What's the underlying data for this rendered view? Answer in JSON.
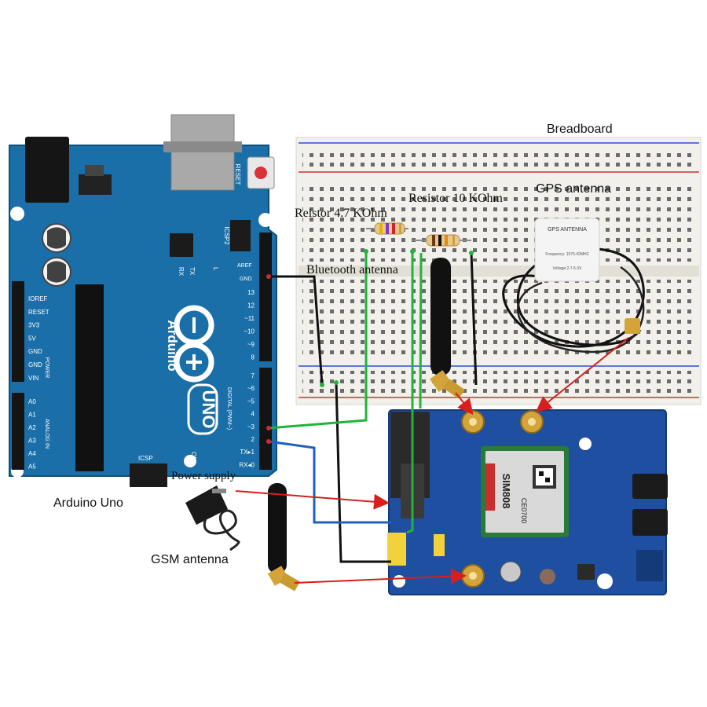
{
  "labels": {
    "breadboard": "Breadboard",
    "gps_antenna": "GPS antenna",
    "resistor_10k": "Resistor 10 KOhm",
    "resistor_47k": "Reistor 4.7 KOhm",
    "bluetooth_antenna": "Bluetooth antenna",
    "arduino_uno": "Arduino Uno",
    "power_supply": "Power supply",
    "gsm_antenna": "GSM antenna"
  },
  "arduino": {
    "brand": "Arduino",
    "model": "UNO",
    "reset": "RESET",
    "icsp2": "ICSP2",
    "icsp": "ICSP",
    "tx": "TX",
    "rx": "RX",
    "l": "L",
    "on": "ON",
    "aref": "AREF",
    "gnd": "GND",
    "digital": "DIGITAL (PWM~)",
    "power": "POWER",
    "analog_in": "ANALOG IN",
    "power_pins": [
      "IOREF",
      "RESET",
      "3V3",
      "5V",
      "GND",
      "GND",
      "VIN"
    ],
    "analog_pins": [
      "A0",
      "A1",
      "A2",
      "A3",
      "A4",
      "A5"
    ],
    "digital_pins_top": [
      "13",
      "12",
      "~11",
      "~10",
      "~9",
      "8"
    ],
    "digital_pins_bottom": [
      "7",
      "~6",
      "~5",
      "4",
      "~3",
      "2",
      "TX▸1",
      "RX◂0"
    ]
  },
  "gps_module": {
    "title": "GPS ANTENNA",
    "line1": "Frequency: 1575.42MHZ",
    "line2": "Voltage:2.7-5.0V"
  },
  "sim_module": {
    "chip": "SIM808",
    "ce": "CE0700"
  },
  "colors": {
    "arduino_board": "#1a6fa8",
    "breadboard": "#f1f0ea",
    "sim_board": "#1f4fa0",
    "wire_black": "#111111",
    "wire_green": "#22b43a",
    "wire_blue": "#1f5fc0",
    "arrow_red": "#d91e1e"
  }
}
